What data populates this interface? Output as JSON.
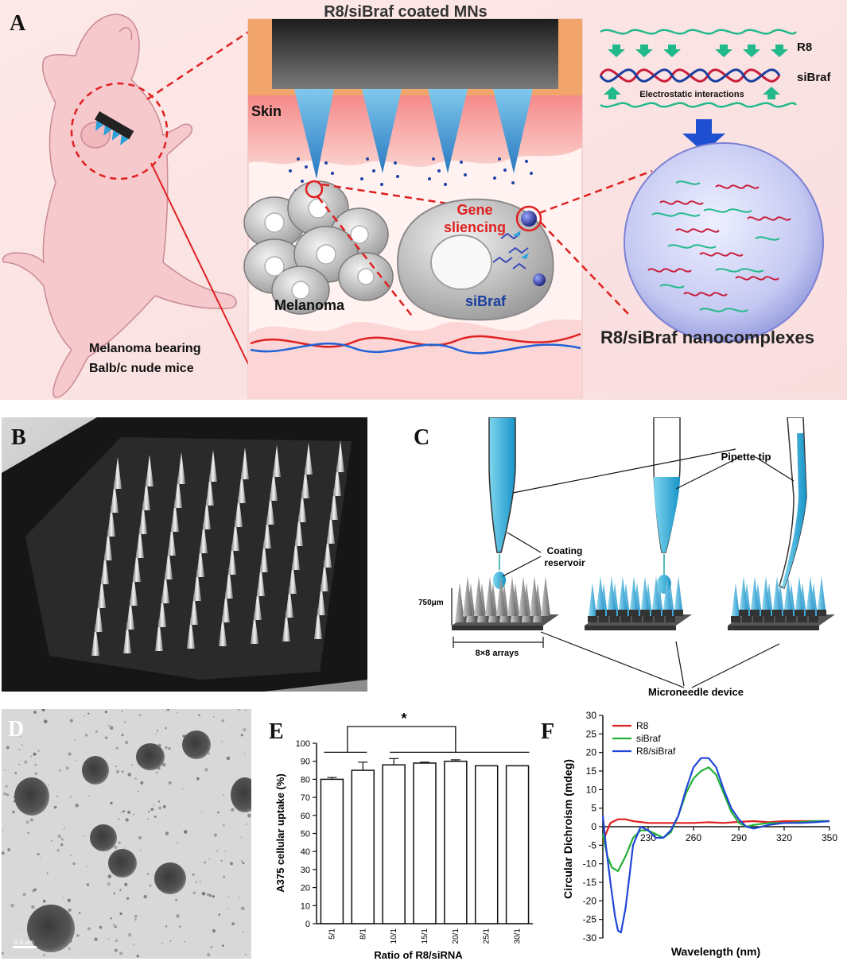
{
  "panels": {
    "a": {
      "letter": "A"
    },
    "b": {
      "letter": "B"
    },
    "c": {
      "letter": "C"
    },
    "d": {
      "letter": "D"
    },
    "e": {
      "letter": "E"
    },
    "f": {
      "letter": "F"
    }
  },
  "panel_a": {
    "title": "R8/siBraf coated MNs",
    "skin_label": "Skin",
    "gene_line1": "Gene",
    "gene_line2": "sliencing",
    "sibraf_label": "siBraf",
    "melanoma_label": "Melanoma",
    "mouse_line1": "Melanoma bearing",
    "mouse_line2": "Balb/c nude mice",
    "r8_label": "R8",
    "sibraf_strand_label": "siBraf",
    "electrostatic_label": "Electrostatic interactions",
    "nanocomplex_label": "R8/siBraf nanocomplexes",
    "colors": {
      "background": "#fbe4e4",
      "title": "#333333",
      "gene": "#e02020",
      "sibraf": "#1a3f9e",
      "polymer": "#22b98a"
    }
  },
  "panel_c": {
    "pipette_label": "Pipette tip",
    "coating_line1": "Coating",
    "coating_line2": "reservoir",
    "height_label": "750μm",
    "array_label": "8×8 arrays",
    "device_label": "Microneedle device"
  },
  "panel_d": {
    "scale_bar": "0.5 μm"
  },
  "chart_data": [
    {
      "type": "bar",
      "panel": "E",
      "categories": [
        "5/1",
        "8/1",
        "10/1",
        "15/1",
        "20/1",
        "25/1",
        "30/1"
      ],
      "values": [
        80,
        85,
        88,
        89,
        90,
        87.5,
        87.5
      ],
      "errors": [
        1,
        4.5,
        3.5,
        0.5,
        0.8,
        0,
        0
      ],
      "xlabel": "Ratio of R8/siRNA",
      "ylabel": "A375 cellular uptake (%)",
      "ylim": [
        0,
        100
      ],
      "yticks": [
        0,
        10,
        20,
        30,
        40,
        50,
        60,
        70,
        80,
        90,
        100
      ],
      "significance": "*",
      "grid": false
    },
    {
      "type": "line",
      "panel": "F",
      "xlabel": "Wavelength (nm)",
      "ylabel": "Circular Dichroism (mdeg)",
      "xlim": [
        200,
        350
      ],
      "ylim": [
        -30,
        30
      ],
      "xticks": [
        230,
        260,
        290,
        320,
        350
      ],
      "yticks": [
        -30,
        -25,
        -20,
        -15,
        -10,
        -5,
        0,
        5,
        10,
        15,
        20,
        25,
        30
      ],
      "legend_position": "top-left",
      "grid": false,
      "series": [
        {
          "name": "R8",
          "color": "#e02020",
          "x": [
            200,
            205,
            210,
            215,
            220,
            230,
            240,
            250,
            260,
            270,
            280,
            290,
            300,
            310,
            320,
            330,
            340,
            350
          ],
          "y": [
            -4,
            1,
            2,
            2,
            1.5,
            1,
            1,
            1,
            1,
            1.2,
            1,
            1.3,
            1.5,
            1.2,
            1.5,
            1.5,
            1.5,
            1.5
          ]
        },
        {
          "name": "siBraf",
          "color": "#22b033",
          "x": [
            200,
            203,
            206,
            210,
            215,
            220,
            225,
            230,
            235,
            240,
            245,
            250,
            255,
            260,
            265,
            270,
            275,
            280,
            285,
            290,
            295,
            300,
            310,
            320,
            330,
            340,
            350
          ],
          "y": [
            -2,
            -8,
            -11,
            -12,
            -8,
            -3,
            -1,
            -1,
            -2,
            -3,
            -1.5,
            3,
            9,
            13,
            15,
            16,
            14,
            9,
            4,
            1,
            0,
            0.5,
            1,
            1,
            1.2,
            1.5,
            1.5
          ]
        },
        {
          "name": "R8/siBraf",
          "color": "#2146d8",
          "x": [
            200,
            202,
            205,
            208,
            210,
            212,
            215,
            218,
            220,
            225,
            230,
            235,
            240,
            245,
            250,
            255,
            260,
            265,
            270,
            275,
            280,
            285,
            290,
            295,
            300,
            310,
            320,
            330,
            340,
            350
          ],
          "y": [
            3,
            -5,
            -15,
            -24,
            -28,
            -28.5,
            -22,
            -12,
            -5,
            0,
            -1,
            -3,
            -3,
            -1,
            3,
            10,
            16,
            18.5,
            18.5,
            16,
            10,
            5,
            2,
            0,
            -0.5,
            0.5,
            1,
            1,
            1.2,
            1.5
          ]
        }
      ]
    }
  ]
}
